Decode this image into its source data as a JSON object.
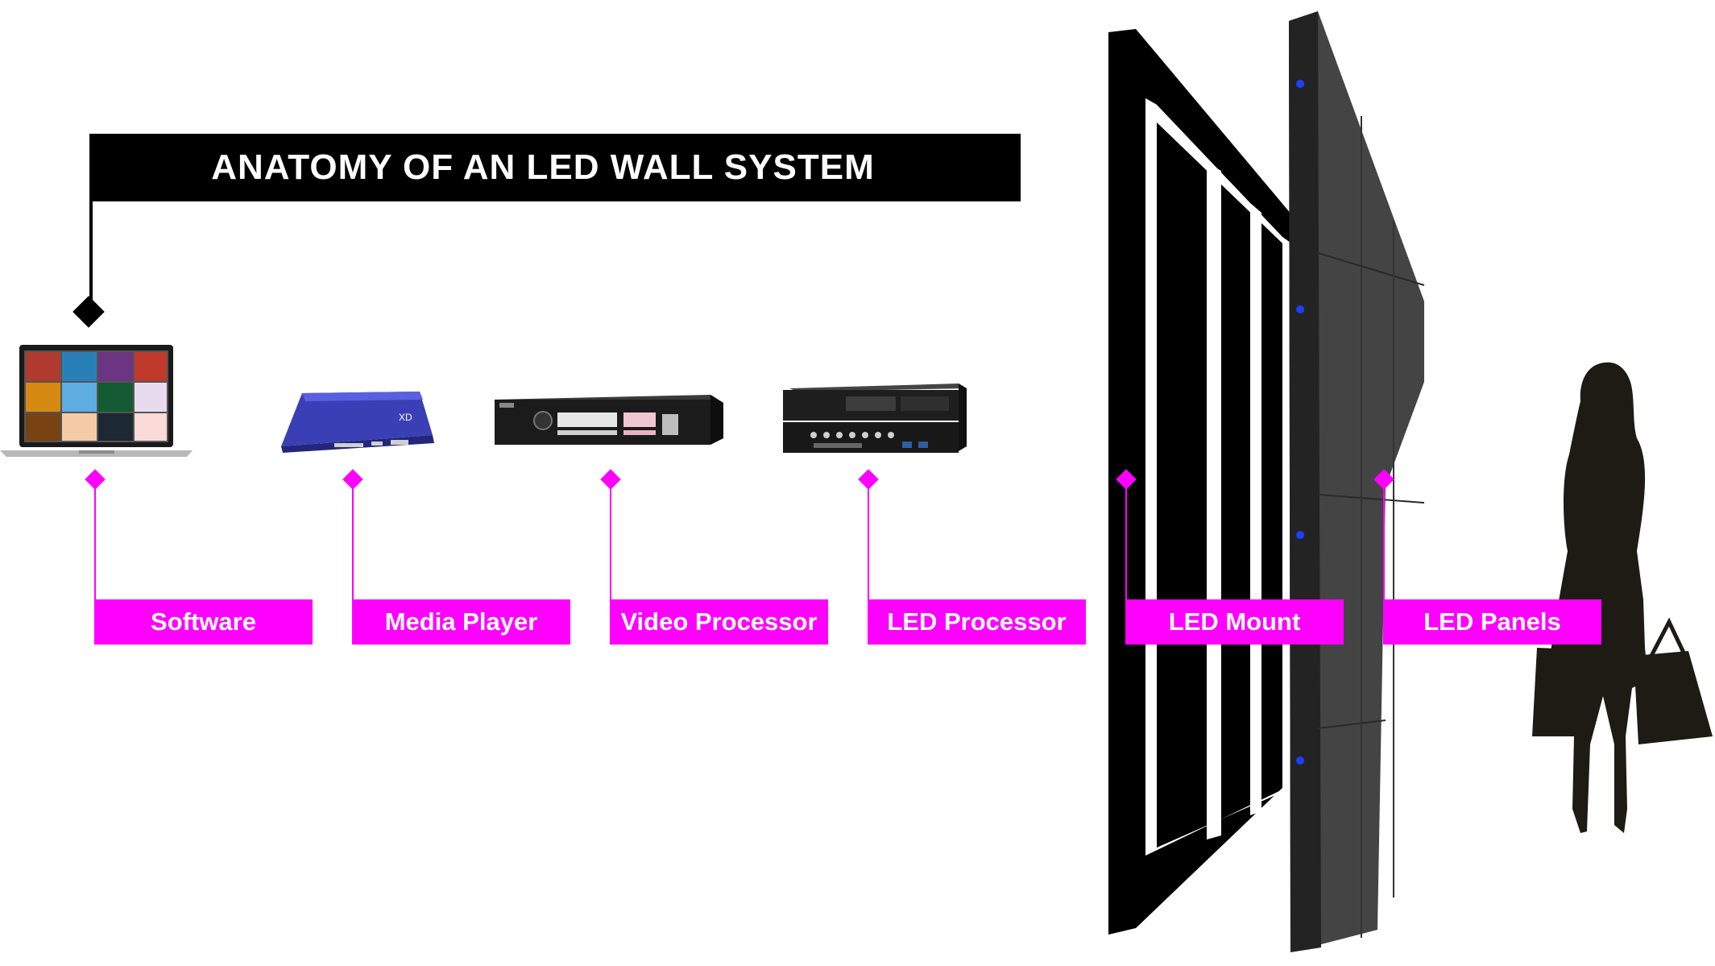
{
  "title": "ANATOMY OF AN LED WALL SYSTEM",
  "components": [
    {
      "label": "Software",
      "device": "laptop-icon"
    },
    {
      "label": "Media Player",
      "device": "media-player-icon"
    },
    {
      "label": "Video Processor",
      "device": "video-processor-icon"
    },
    {
      "label": "LED Processor",
      "device": "led-processor-icon"
    },
    {
      "label": "LED Mount",
      "device": "led-mount-frame"
    },
    {
      "label": "LED Panels",
      "device": "led-panels"
    }
  ],
  "colors": {
    "accent": "#ff00ff",
    "title_bar": "#000000",
    "label_text": "#ffffff",
    "media_player_body": "#3b3fb6",
    "panel_face": "#444444",
    "silhouette": "#1e1b14"
  },
  "extras": {
    "figure": "shopper-silhouette"
  }
}
